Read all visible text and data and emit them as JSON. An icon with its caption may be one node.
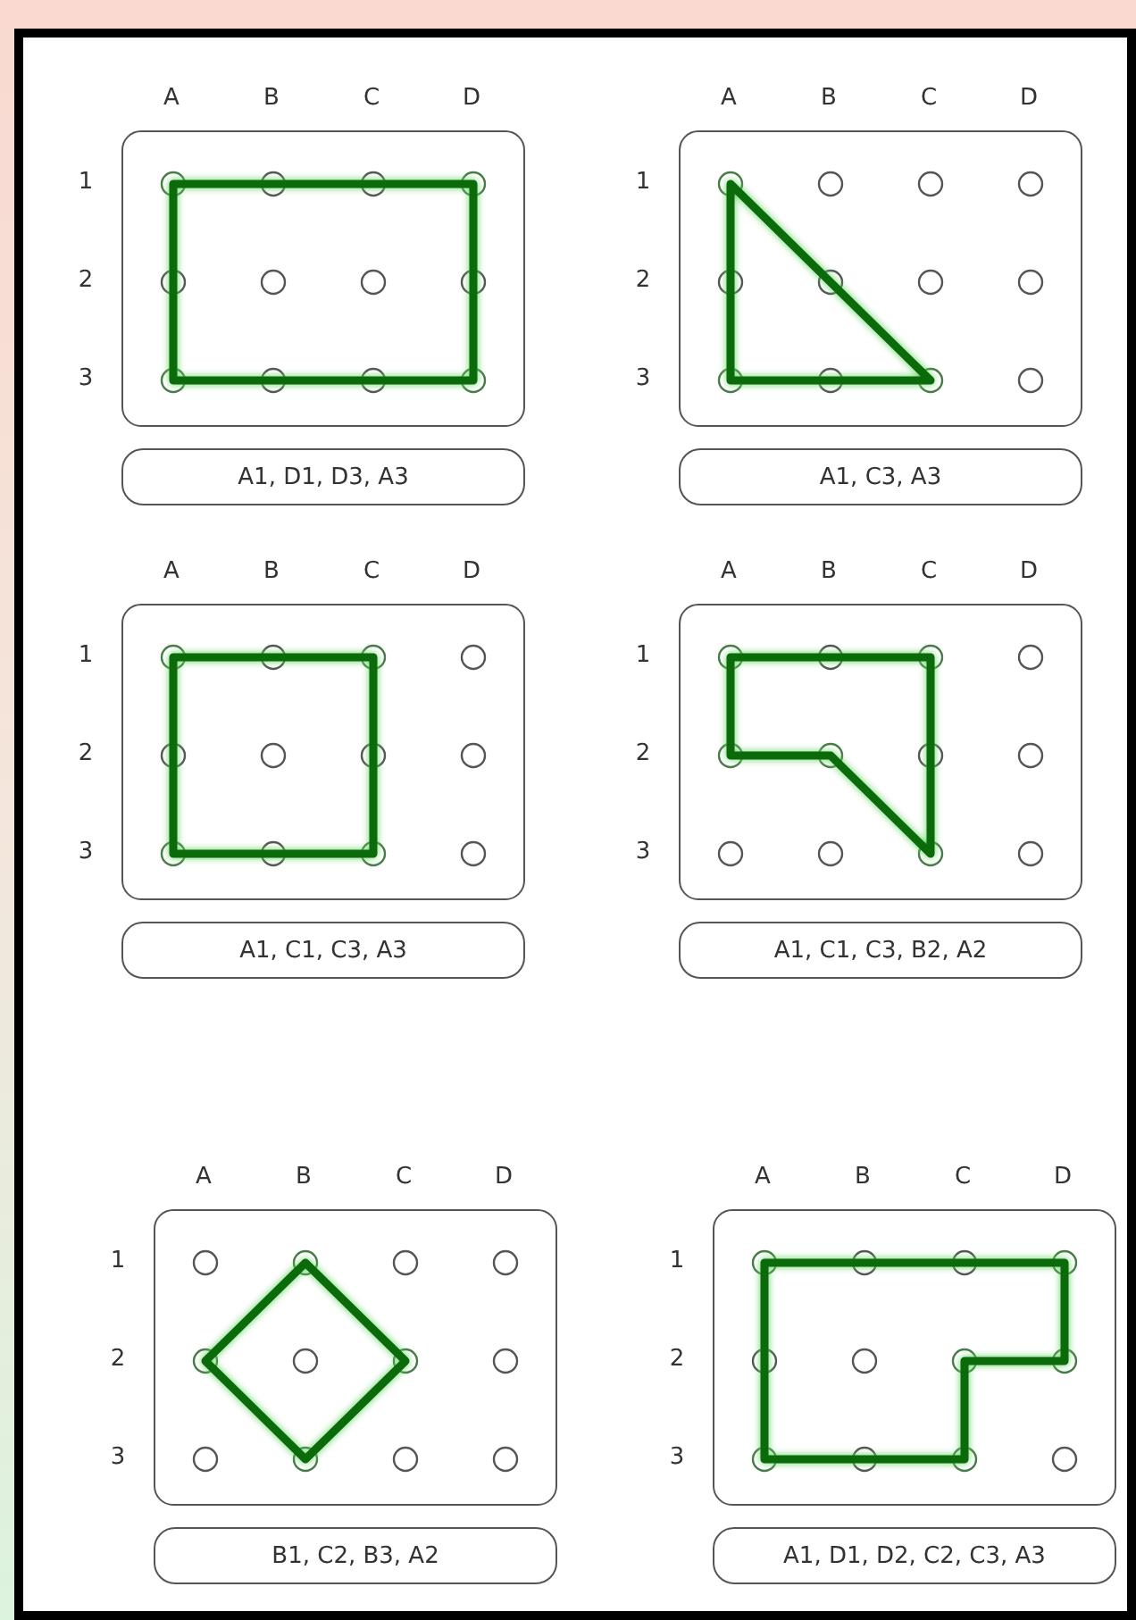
{
  "diagram": {
    "nodes": [
      {
        "text": [],
        "shape": "box"
      },
      {
        "text": [
          "A1, D1, D3, A3"
        ]
      },
      {
        "text": [],
        "shape": "box"
      },
      {
        "text": [
          "A1, C3, A3"
        ]
      },
      {
        "text": [],
        "shape": "box"
      },
      {
        "text": [
          "A1, C1, C3, A3"
        ]
      },
      {
        "text": [],
        "shape": "box"
      },
      {
        "text": [
          "A1, C1, C3, B2, A2"
        ]
      },
      {
        "text": [],
        "shape": "box"
      },
      {
        "text": [
          "B1, C2, B3, A2"
        ]
      },
      {
        "text": [],
        "shape": "box"
      },
      {
        "text": [
          "A1, D1, D2, C2, C3, A3"
        ]
      }
    ],
    "labels": [
      "A",
      "B",
      "C",
      "D",
      "1",
      "2",
      "3",
      "A",
      "B",
      "C",
      "D",
      "1",
      "2",
      "3",
      "A",
      "B",
      "C",
      "D",
      "1",
      "2",
      "3",
      "A",
      "B",
      "C",
      "D",
      "1",
      "2",
      "3",
      "A",
      "B",
      "C",
      "D",
      "1",
      "2",
      "3",
      "A",
      "B",
      "C",
      "D",
      "1",
      "2",
      "3"
    ]
  }
}
